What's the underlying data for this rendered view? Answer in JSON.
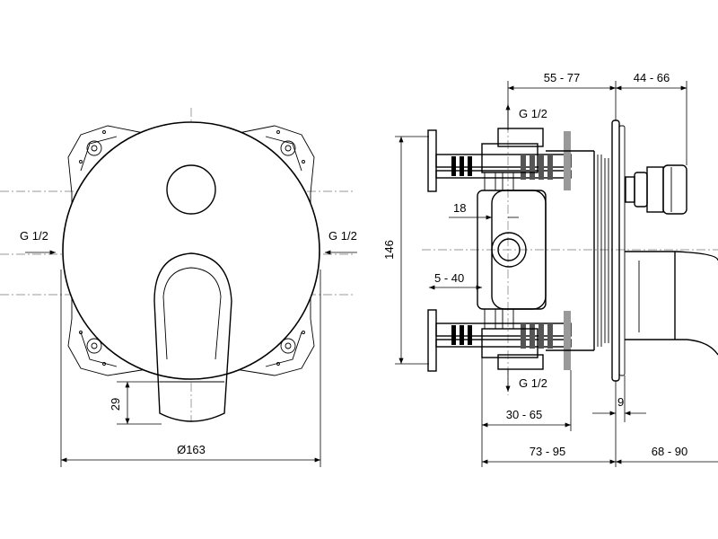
{
  "front_view": {
    "port_left": "G 1/2",
    "port_right": "G 1/2",
    "diameter": "Ø163",
    "handle_offset": "29"
  },
  "side_view": {
    "port_top": "G 1/2",
    "port_bottom": "G 1/2",
    "height": "146",
    "top_depth_a": "55 - 77",
    "top_depth_b": "44 - 66",
    "inner_offset": "18",
    "rail_range": "5 - 40",
    "body_depth": "30 - 65",
    "plate_thickness": "9",
    "total_a": "73 - 95",
    "total_b": "68 - 90"
  }
}
